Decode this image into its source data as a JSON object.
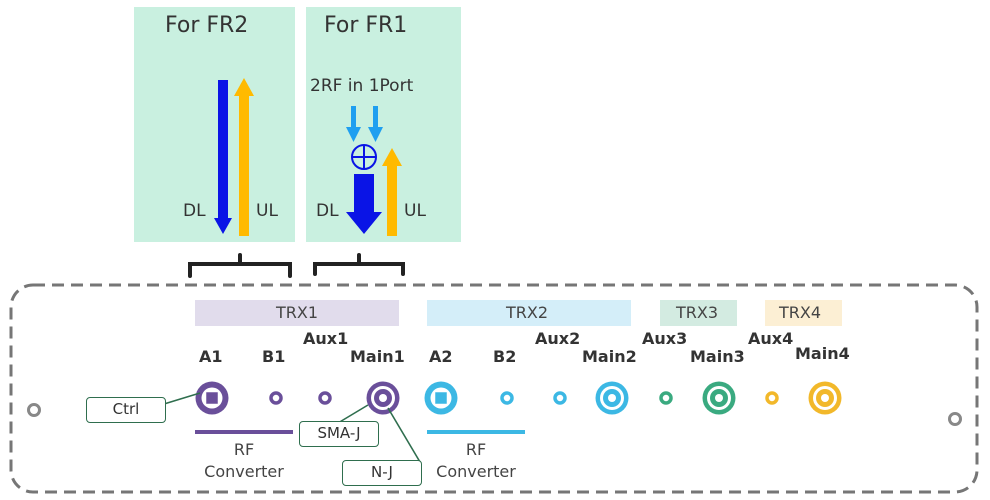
{
  "fr2": {
    "title": "For FR2",
    "dl": "DL",
    "ul": "UL"
  },
  "fr1": {
    "title": "For FR1",
    "note": "2RF in 1Port",
    "dl": "DL",
    "ul": "UL"
  },
  "bands": [
    {
      "label": "TRX1",
      "color": "#e1dcec"
    },
    {
      "label": "TRX2",
      "color": "#d4eef9"
    },
    {
      "label": "TRX3",
      "color": "#d3ebe1"
    },
    {
      "label": "TRX4",
      "color": "#fcefd4"
    }
  ],
  "ports": {
    "a1": "A1",
    "b1": "B1",
    "aux1": "Aux1",
    "main1": "Main1",
    "a2": "A2",
    "b2": "B2",
    "aux2": "Aux2",
    "main2": "Main2",
    "aux3": "Aux3",
    "main3": "Main3",
    "aux4": "Aux4",
    "main4": "Main4"
  },
  "callouts": {
    "ctrl": "Ctrl",
    "sma": "SMA-J",
    "nj": "N-J"
  },
  "converters": [
    {
      "line1": "RF",
      "line2": "Converter"
    },
    {
      "line1": "RF",
      "line2": "Converter"
    }
  ],
  "colors": {
    "panel": "#c9f0e0",
    "dl": "#0a14e6",
    "ul": "#ffba00",
    "rf_in": "#1f9ff0",
    "trx1": "#6a4f9a",
    "trx2": "#3cb8e4",
    "trx3": "#3aaa80",
    "trx4": "#f2b82a"
  }
}
